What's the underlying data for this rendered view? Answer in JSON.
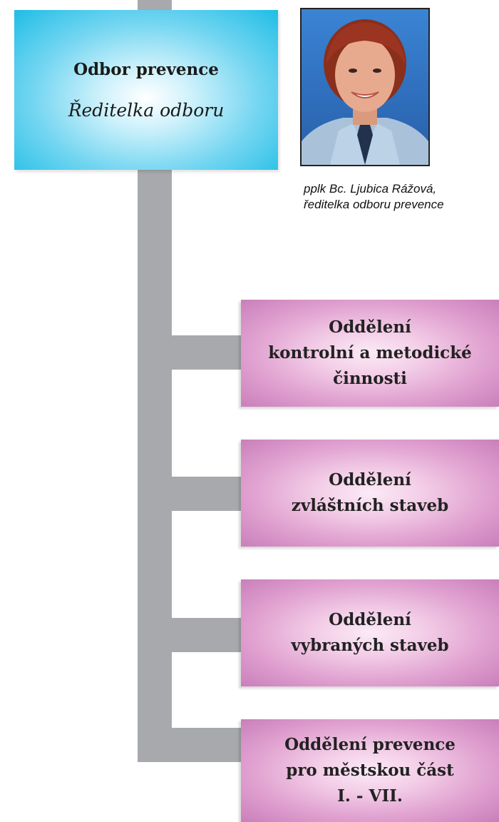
{
  "head": {
    "title": "Odbor prevence",
    "subtitle": "Ředitelka odboru"
  },
  "photo": {
    "caption_name": "pplk Bc. Ljubica Rážová,",
    "caption_role": "ředitelka odboru prevence"
  },
  "departments": [
    {
      "label": "Oddělení\nkontrolní a metodické\nčinnosti"
    },
    {
      "label": "Oddělení\nzvláštních staveb"
    },
    {
      "label": "Oddělení\nvybraných staveb"
    },
    {
      "label": "Oddělení prevence\npro městskou část\nI. - VII."
    }
  ],
  "colors": {
    "connector": "#a7a9ac",
    "head_box": "#1fbde6",
    "department_box": "#e0a1d0"
  }
}
